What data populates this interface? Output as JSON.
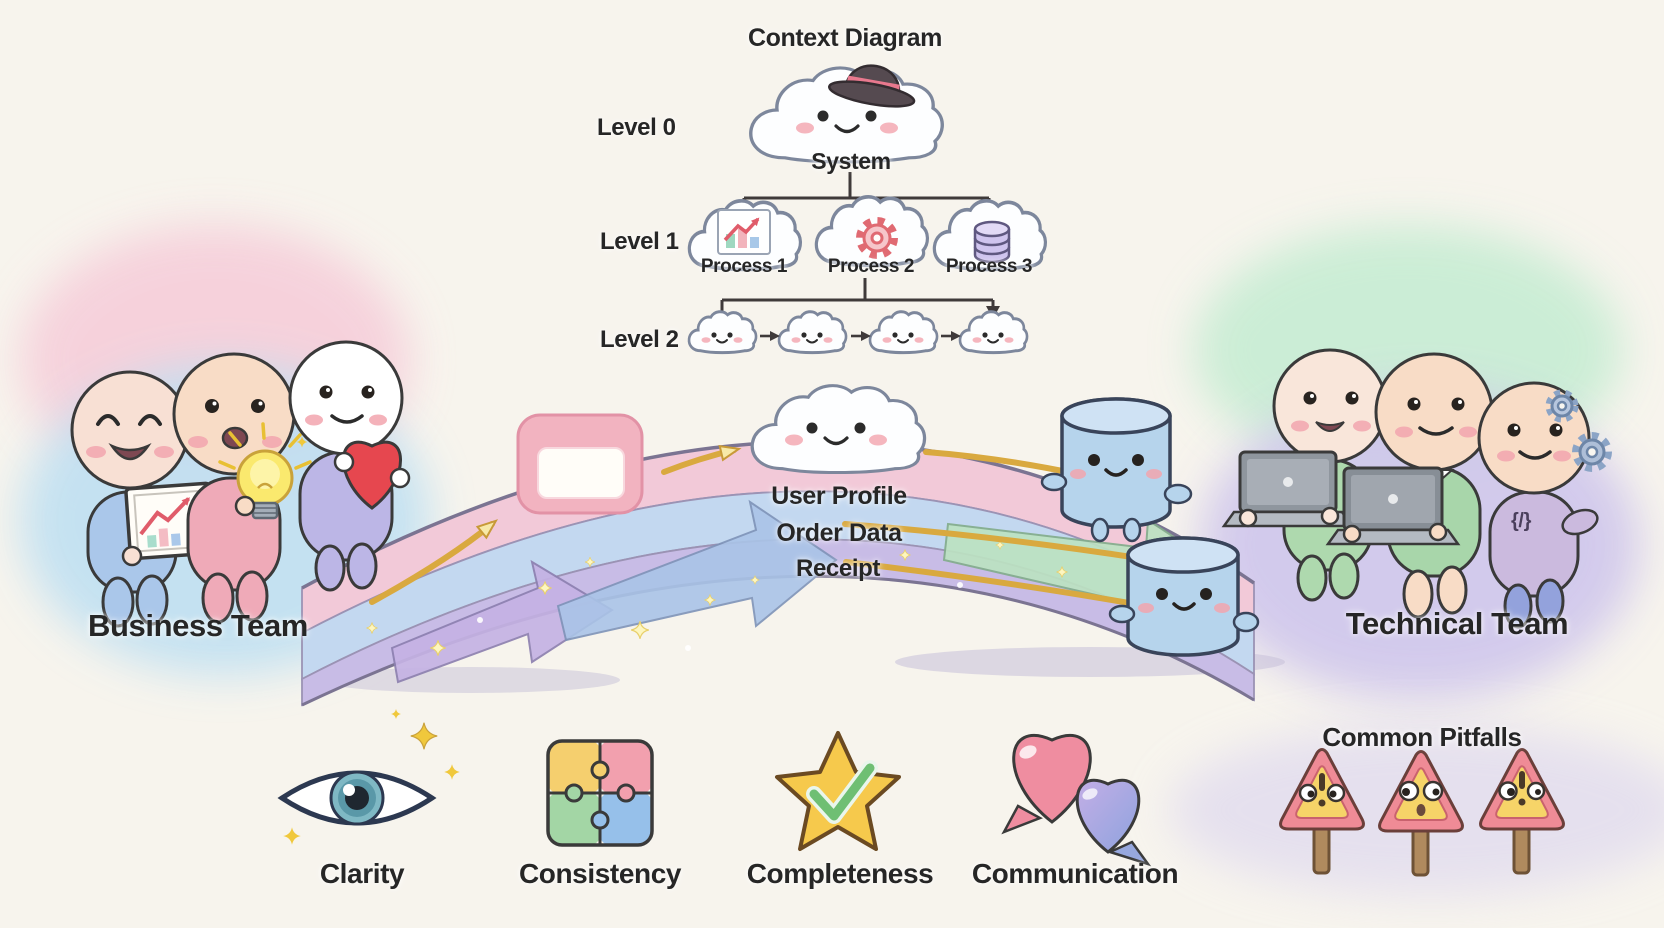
{
  "title": "Context Diagram",
  "tree": {
    "levels": [
      {
        "label": "Level 0"
      },
      {
        "label": "Level 1"
      },
      {
        "label": "Level 2"
      }
    ],
    "system": {
      "label": "System"
    },
    "processes": [
      {
        "label": "Process 1",
        "icon": "bar-chart-icon"
      },
      {
        "label": "Process 2",
        "icon": "gear-icon"
      },
      {
        "label": "Process 3",
        "icon": "database-icon"
      }
    ]
  },
  "bridge": {
    "data_labels": [
      "User Profile",
      "Order Data",
      "Receipt"
    ]
  },
  "teams": {
    "business": {
      "label": "Business Team"
    },
    "technical": {
      "label": "Technical Team",
      "code_badge": "{/}"
    }
  },
  "principles": [
    {
      "label": "Clarity",
      "icon": "eye-icon"
    },
    {
      "label": "Consistency",
      "icon": "puzzle-icon"
    },
    {
      "label": "Completeness",
      "icon": "star-check-icon"
    },
    {
      "label": "Communication",
      "icon": "heart-chat-icon"
    }
  ],
  "pitfalls": {
    "label": "Common Pitfalls"
  },
  "colors": {
    "background": "#f7f4ed",
    "ink": "#262626",
    "bridge_pink": "#f2c9d8",
    "bridge_blue": "#c3d8f0",
    "bridge_purple": "#c8bce6",
    "arrow_gold": "#d9a93f",
    "cloud_outline": "#7d879c",
    "warning_red": "#ef8b96",
    "warning_yellow": "#f6d468",
    "heart_red": "#e6474f",
    "star_gold": "#f6c94c"
  }
}
